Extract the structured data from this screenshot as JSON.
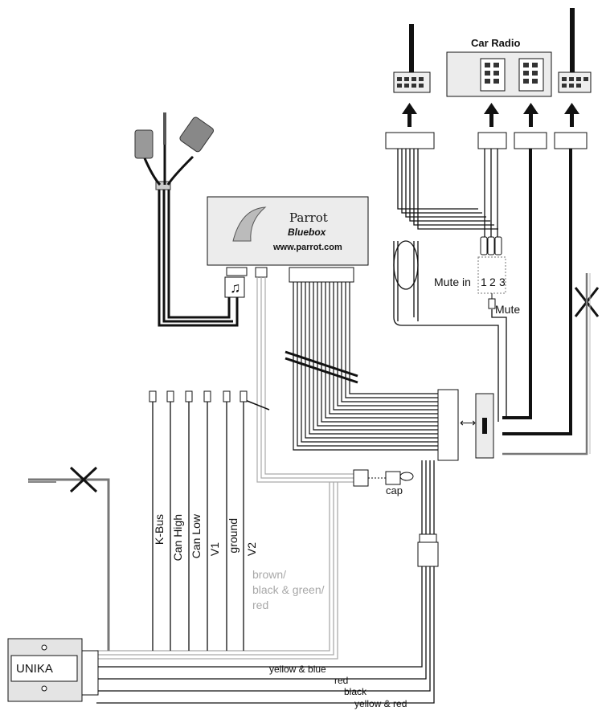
{
  "car_radio": {
    "title": "Car Radio"
  },
  "bluebox": {
    "brand": "Parrot",
    "model": "Bluebox",
    "url": "www.parrot.com"
  },
  "mute": {
    "mute_in_label": "Mute in",
    "channels": [
      "1",
      "2",
      "3"
    ],
    "mute_label": "Mute"
  },
  "cap_label": "cap",
  "unika_label": "UNIKA",
  "vertical_wires": [
    "K-Bus",
    "Can High",
    "Can Low",
    "V1",
    "ground",
    "V2"
  ],
  "gray_note": [
    "brown/",
    "black & green/",
    "red"
  ],
  "bottom_wires": [
    "yellow & blue",
    "red",
    "black",
    "yellow & red"
  ],
  "arrow_symbol": "⟷"
}
